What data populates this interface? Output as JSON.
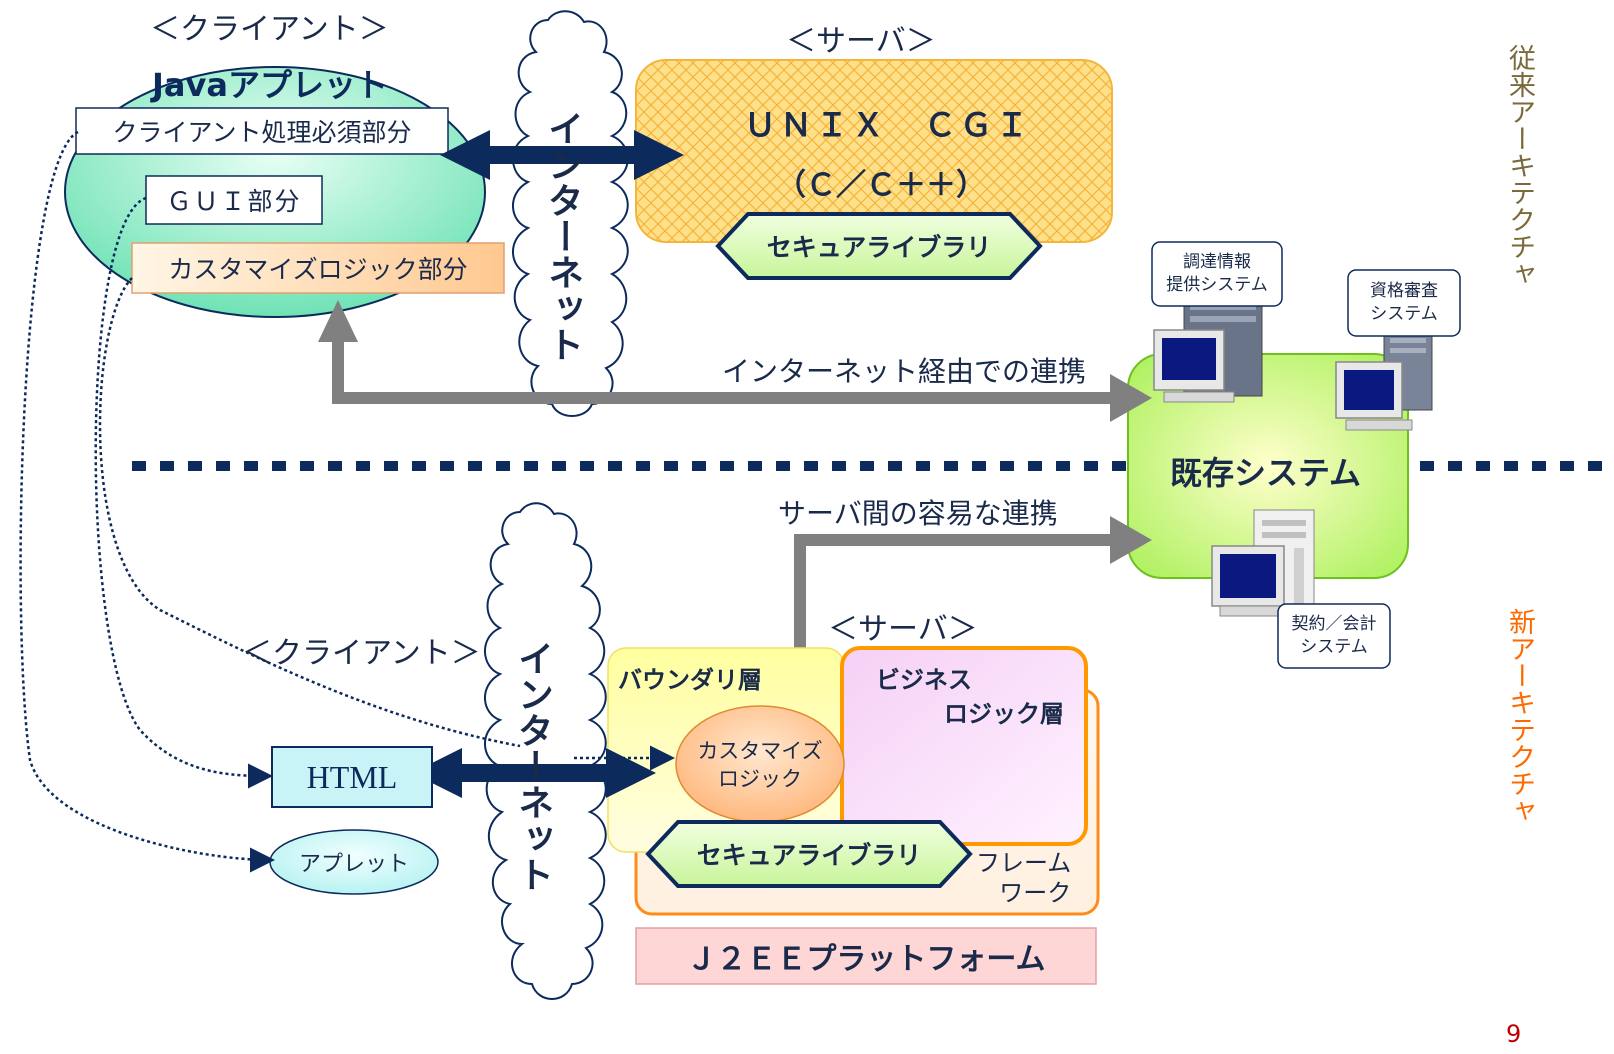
{
  "old_arch": {
    "client_header": "＜クライアント＞",
    "java_applet_title": "Javaアプレット",
    "client_required": "クライアント処理必須部分",
    "gui_part": "ＧＵＩ部分",
    "customize_logic_part": "カスタマイズロジック部分",
    "internet": "インターネット",
    "server_header": "＜サーバ＞",
    "unix_cgi": "ＵＮＩＸ　ＣＧＩ",
    "c_cpp": "（Ｃ／Ｃ＋＋）",
    "security_library": "セキュアライブラリ",
    "internet_link": "インターネット経由での連携",
    "label": "従来アーキテクチャ"
  },
  "existing": {
    "title": "既存システム",
    "procurement": "調達情報\n提供システム",
    "qualification": "資格審査\nシステム",
    "contract": "契約／会計\nシステム"
  },
  "new_arch": {
    "server_link": "サーバ間の容易な連携",
    "client_header": "＜クライアント＞",
    "html": "HTML",
    "applet": "アプレット",
    "internet": "インターネット",
    "server_header": "＜サーバ＞",
    "boundary_layer": "バウンダリ層",
    "business_layer_1": "ビジネス",
    "business_layer_2": "ロジック層",
    "customize_logic": "カスタマイズ\nロジック",
    "security_library": "セキュアライブラリ",
    "framework": "フレーム\nワーク",
    "j2ee": "Ｊ２ＥＥプラットフォーム",
    "label": "新アーキテクチャ"
  },
  "page_number": "9",
  "colors": {
    "navy": "#0d2a5c",
    "gray_arrow": "#808080",
    "green_light": "#ccff66",
    "orange": "#ff9900",
    "pink": "#ffccdd"
  }
}
